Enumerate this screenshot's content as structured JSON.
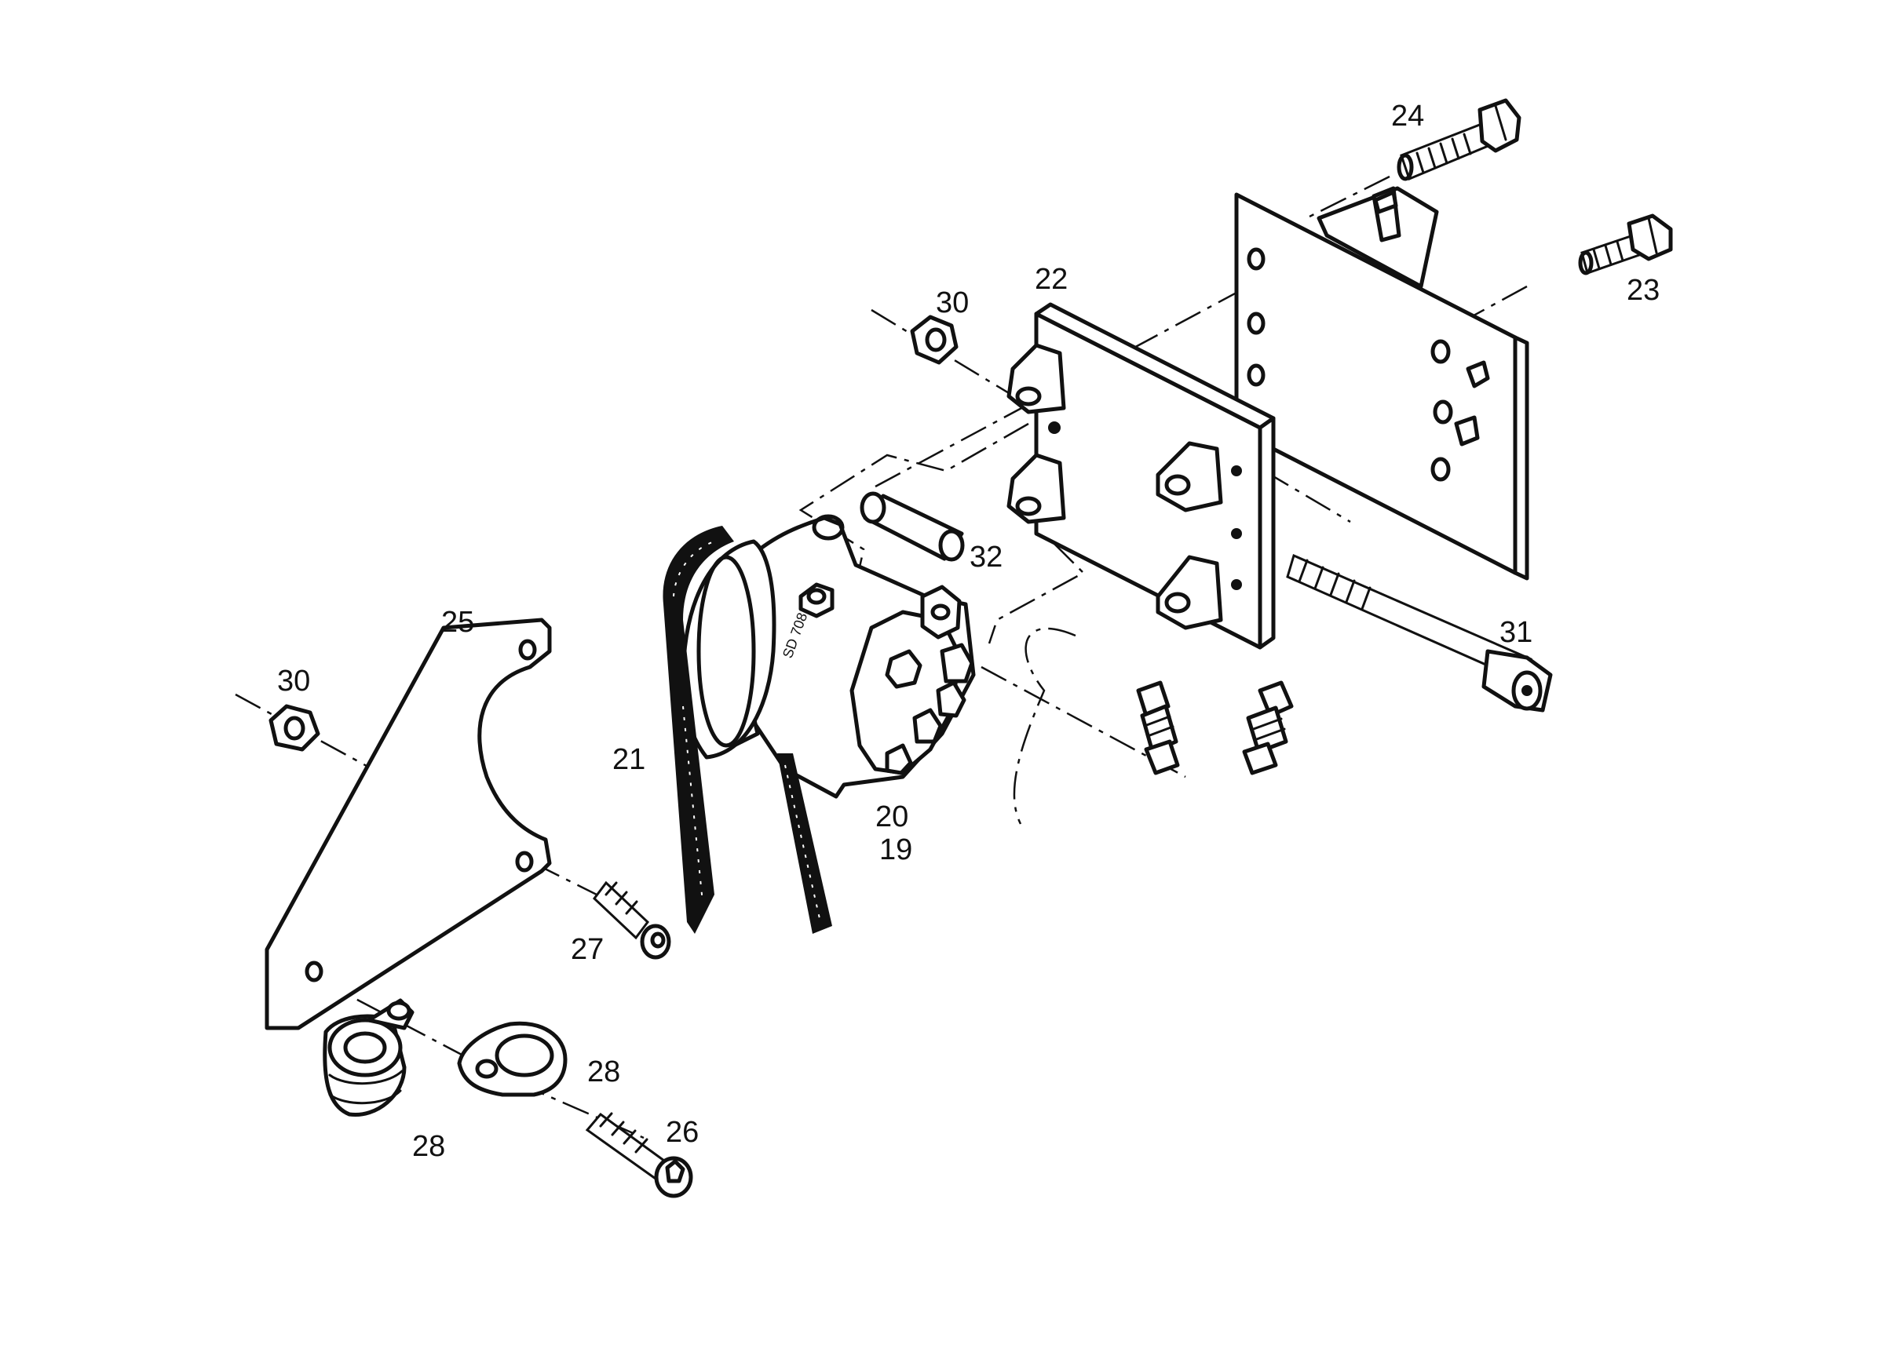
{
  "callouts": {
    "c24": "24",
    "c23": "23",
    "c22": "22",
    "c30_top": "30",
    "c32": "32",
    "c31": "31",
    "c25": "25",
    "c30_left": "30",
    "c21": "21",
    "c20": "20",
    "c19": "19",
    "c27": "27",
    "c28_right": "28",
    "c28_left": "28",
    "c26": "26"
  }
}
